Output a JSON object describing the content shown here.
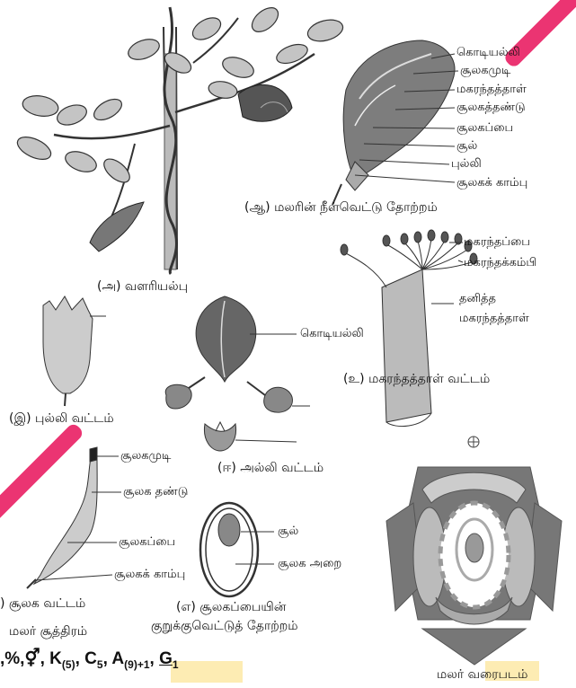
{
  "captions": {
    "habit": "(அ) வளரியல்பு",
    "lsflower": "(ஆ) மலரின் நீள்வெட்டு தோற்றம்",
    "calyx": "(இ) புல்லி வட்டம்",
    "corolla": "(ஈ) அல்லி வட்டம்",
    "androecium": "(உ) மகரந்தத்தாள் வட்டம்",
    "gynoecium": ") சூலக வட்டம்",
    "ovary_ts": "(எ) சூலகப்பையின்",
    "ovary_ts2": "குறுக்குவெட்டுத் தோற்றம்",
    "floral_formula_title": "மலர் சூத்திரம்",
    "floral_diagram": "மலர் வரைபடம்"
  },
  "labels": {
    "ls": [
      "கொடியல்லி",
      "சூலகமுடி",
      "மகரந்தத்தாள்",
      "சூலகத்தண்டு",
      "சூலகப்பை",
      "சூல்",
      "புல்லி",
      "சூலகக் காம்பு"
    ],
    "androecium": {
      "anther": "மகரந்தப்பை",
      "filament": "மகரந்தக்கம்பி",
      "free1": "தனித்த",
      "free2": "மகரந்தத்தாள்"
    },
    "corolla": {
      "standard": "கொடியல்லி"
    },
    "gynoecium": {
      "stigma": "சூலகமுடி",
      "style": "சூலக தண்டு",
      "ovary": "சூலகப்பை",
      "stalk": "சூலகக் காம்பு"
    },
    "ovary_ts": {
      "ovule": "சூல்",
      "locule": "சூலக அறை"
    }
  },
  "formula": {
    "prefix": ",%,⚥,",
    "K": "K",
    "K_sub": "(5)",
    "C": "C",
    "C_sub": "5",
    "A": "A",
    "A_sub": "(9)+1",
    "G": "G",
    "G_sub": "1",
    "sep": ","
  },
  "colors": {
    "line": "#333333",
    "dark": "#3a3a3a",
    "mid": "#8a8a8a",
    "light": "#d0d0d0",
    "leaf": "#b8b8b8",
    "watermark": "#e91e63"
  },
  "icons": {
    "bract_mark": "circle-plus-icon"
  }
}
